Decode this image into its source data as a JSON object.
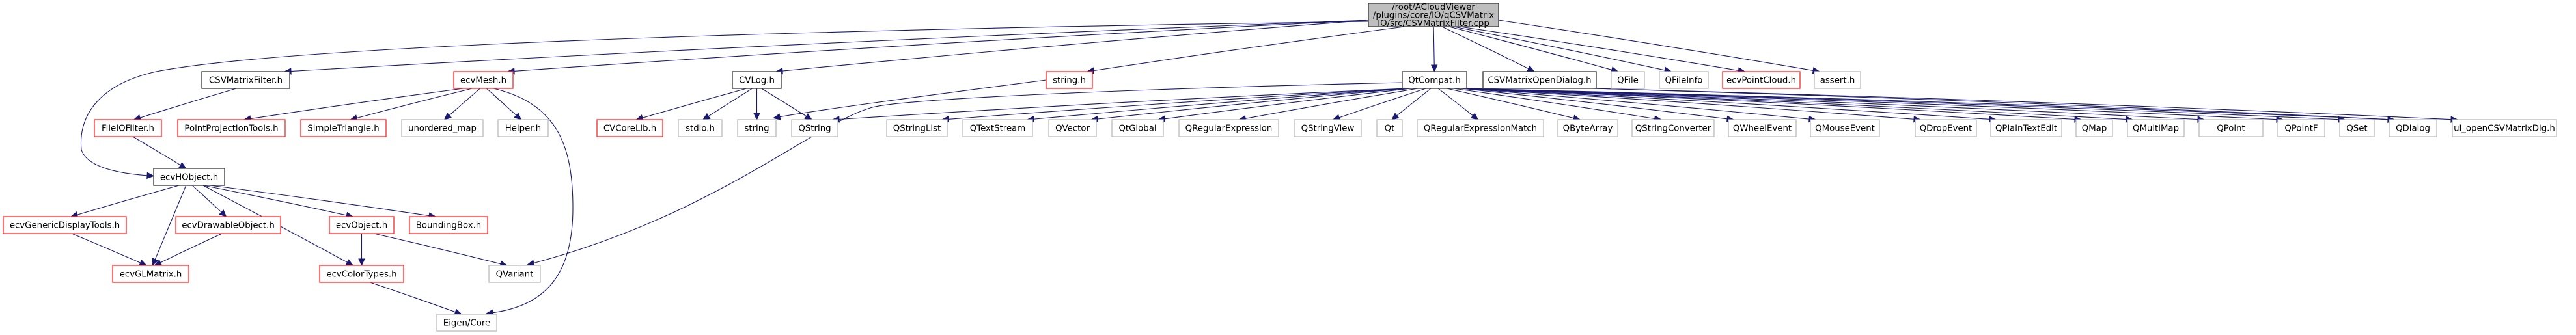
{
  "graph": {
    "title": "/root/ACloudViewer/plugins/core/IO/qCSVMatrixIO/src/CSVMatrixFilter.cpp",
    "colors": {
      "edge": "#191970",
      "root_fill": "#bfbfbf",
      "root_border": "#404040",
      "local_border": "#404040",
      "documented_border": "#ff3333",
      "external_border": "#bfbfbf"
    },
    "nodes": [
      {
        "id": "root",
        "kind": "root",
        "lines": [
          "/root/ACloudViewer",
          "/plugins/core/IO/qCSVMatrix",
          "IO/src/CSVMatrixFilter.cpp"
        ]
      },
      {
        "id": "CSVMatrixFilter_h",
        "kind": "local",
        "lines": [
          "CSVMatrixFilter.h"
        ]
      },
      {
        "id": "ecvMesh_h",
        "kind": "doc",
        "lines": [
          "ecvMesh.h"
        ]
      },
      {
        "id": "CVLog_h",
        "kind": "local",
        "lines": [
          "CVLog.h"
        ]
      },
      {
        "id": "string_h",
        "kind": "doc",
        "lines": [
          "string.h"
        ]
      },
      {
        "id": "QtCompat_h",
        "kind": "local",
        "lines": [
          "QtCompat.h"
        ]
      },
      {
        "id": "CSVMatrixOpenDialog_h",
        "kind": "local",
        "lines": [
          "CSVMatrixOpenDialog.h"
        ]
      },
      {
        "id": "QFile",
        "kind": "ext",
        "lines": [
          "QFile"
        ]
      },
      {
        "id": "QFileInfo",
        "kind": "ext",
        "lines": [
          "QFileInfo"
        ]
      },
      {
        "id": "ecvPointCloud_h",
        "kind": "doc",
        "lines": [
          "ecvPointCloud.h"
        ]
      },
      {
        "id": "assert_h",
        "kind": "ext",
        "lines": [
          "assert.h"
        ]
      },
      {
        "id": "FileIOFilter_h",
        "kind": "doc",
        "lines": [
          "FileIOFilter.h"
        ]
      },
      {
        "id": "PointProjectionTools_h",
        "kind": "doc",
        "lines": [
          "PointProjectionTools.h"
        ]
      },
      {
        "id": "SimpleTriangle_h",
        "kind": "doc",
        "lines": [
          "SimpleTriangle.h"
        ]
      },
      {
        "id": "unordered_map",
        "kind": "ext",
        "lines": [
          "unordered_map"
        ]
      },
      {
        "id": "Helper_h",
        "kind": "ext",
        "lines": [
          "Helper.h"
        ]
      },
      {
        "id": "CVCoreLib_h",
        "kind": "doc",
        "lines": [
          "CVCoreLib.h"
        ]
      },
      {
        "id": "stdio_h",
        "kind": "ext",
        "lines": [
          "stdio.h"
        ]
      },
      {
        "id": "string",
        "kind": "ext",
        "lines": [
          "string"
        ]
      },
      {
        "id": "QString",
        "kind": "ext",
        "lines": [
          "QString"
        ]
      },
      {
        "id": "QStringList",
        "kind": "ext",
        "lines": [
          "QStringList"
        ]
      },
      {
        "id": "QTextStream",
        "kind": "ext",
        "lines": [
          "QTextStream"
        ]
      },
      {
        "id": "QVector",
        "kind": "ext",
        "lines": [
          "QVector"
        ]
      },
      {
        "id": "QtGlobal",
        "kind": "ext",
        "lines": [
          "QtGlobal"
        ]
      },
      {
        "id": "QRegularExpression",
        "kind": "ext",
        "lines": [
          "QRegularExpression"
        ]
      },
      {
        "id": "QStringView",
        "kind": "ext",
        "lines": [
          "QStringView"
        ]
      },
      {
        "id": "Qt",
        "kind": "ext",
        "lines": [
          "Qt"
        ]
      },
      {
        "id": "QRegularExpressionMatch",
        "kind": "ext",
        "lines": [
          "QRegularExpressionMatch"
        ]
      },
      {
        "id": "QByteArray",
        "kind": "ext",
        "lines": [
          "QByteArray"
        ]
      },
      {
        "id": "QStringConverter",
        "kind": "ext",
        "lines": [
          "QStringConverter"
        ]
      },
      {
        "id": "QWheelEvent",
        "kind": "ext",
        "lines": [
          "QWheelEvent"
        ]
      },
      {
        "id": "QMouseEvent",
        "kind": "ext",
        "lines": [
          "QMouseEvent"
        ]
      },
      {
        "id": "QDropEvent",
        "kind": "ext",
        "lines": [
          "QDropEvent"
        ]
      },
      {
        "id": "QPlainTextEdit",
        "kind": "ext",
        "lines": [
          "QPlainTextEdit"
        ]
      },
      {
        "id": "QMap",
        "kind": "ext",
        "lines": [
          "QMap"
        ]
      },
      {
        "id": "QMultiMap",
        "kind": "ext",
        "lines": [
          "QMultiMap"
        ]
      },
      {
        "id": "QPoint",
        "kind": "ext",
        "lines": [
          "QPoint"
        ]
      },
      {
        "id": "QPointF",
        "kind": "ext",
        "lines": [
          "QPointF"
        ]
      },
      {
        "id": "QSet",
        "kind": "ext",
        "lines": [
          "QSet"
        ]
      },
      {
        "id": "QDialog",
        "kind": "ext",
        "lines": [
          "QDialog"
        ]
      },
      {
        "id": "ui_openCSVMatrixDlg_h",
        "kind": "ext",
        "lines": [
          "ui_openCSVMatrixDlg.h"
        ]
      },
      {
        "id": "ecvHObject_h",
        "kind": "local",
        "lines": [
          "ecvHObject.h"
        ]
      },
      {
        "id": "ecvGenericDisplayTools_h",
        "kind": "doc",
        "lines": [
          "ecvGenericDisplayTools.h"
        ]
      },
      {
        "id": "ecvDrawableObject_h",
        "kind": "doc",
        "lines": [
          "ecvDrawableObject.h"
        ]
      },
      {
        "id": "ecvObject_h",
        "kind": "doc",
        "lines": [
          "ecvObject.h"
        ]
      },
      {
        "id": "BoundingBox_h",
        "kind": "doc",
        "lines": [
          "BoundingBox.h"
        ]
      },
      {
        "id": "ecvGLMatrix_h",
        "kind": "doc",
        "lines": [
          "ecvGLMatrix.h"
        ]
      },
      {
        "id": "ecvColorTypes_h",
        "kind": "doc",
        "lines": [
          "ecvColorTypes.h"
        ]
      },
      {
        "id": "QVariant",
        "kind": "ext",
        "lines": [
          "QVariant"
        ]
      },
      {
        "id": "Eigen_Core",
        "kind": "ext",
        "lines": [
          "Eigen/Core"
        ]
      }
    ],
    "edges": [
      [
        "root",
        "CSVMatrixFilter_h"
      ],
      [
        "root",
        "ecvMesh_h"
      ],
      [
        "root",
        "CVLog_h"
      ],
      [
        "root",
        "string_h"
      ],
      [
        "root",
        "QtCompat_h"
      ],
      [
        "root",
        "CSVMatrixOpenDialog_h"
      ],
      [
        "root",
        "QFile"
      ],
      [
        "root",
        "QFileInfo"
      ],
      [
        "root",
        "ecvPointCloud_h"
      ],
      [
        "root",
        "assert_h"
      ],
      [
        "root",
        "ecvHObject_h"
      ],
      [
        "CSVMatrixFilter_h",
        "FileIOFilter_h"
      ],
      [
        "FileIOFilter_h",
        "ecvHObject_h"
      ],
      [
        "ecvMesh_h",
        "PointProjectionTools_h"
      ],
      [
        "ecvMesh_h",
        "SimpleTriangle_h"
      ],
      [
        "ecvMesh_h",
        "unordered_map"
      ],
      [
        "ecvMesh_h",
        "Helper_h"
      ],
      [
        "ecvMesh_h",
        "Eigen_Core"
      ],
      [
        "CVLog_h",
        "CVCoreLib_h"
      ],
      [
        "CVLog_h",
        "stdio_h"
      ],
      [
        "CVLog_h",
        "string"
      ],
      [
        "CVLog_h",
        "QString"
      ],
      [
        "string_h",
        "string"
      ],
      [
        "QtCompat_h",
        "QString"
      ],
      [
        "QtCompat_h",
        "QStringList"
      ],
      [
        "QtCompat_h",
        "QTextStream"
      ],
      [
        "QtCompat_h",
        "QVector"
      ],
      [
        "QtCompat_h",
        "QtGlobal"
      ],
      [
        "QtCompat_h",
        "QRegularExpression"
      ],
      [
        "QtCompat_h",
        "QStringView"
      ],
      [
        "QtCompat_h",
        "Qt"
      ],
      [
        "QtCompat_h",
        "QRegularExpressionMatch"
      ],
      [
        "QtCompat_h",
        "QByteArray"
      ],
      [
        "QtCompat_h",
        "QStringConverter"
      ],
      [
        "QtCompat_h",
        "QWheelEvent"
      ],
      [
        "QtCompat_h",
        "QMouseEvent"
      ],
      [
        "QtCompat_h",
        "QDropEvent"
      ],
      [
        "QtCompat_h",
        "QPlainTextEdit"
      ],
      [
        "QtCompat_h",
        "QMap"
      ],
      [
        "QtCompat_h",
        "QMultiMap"
      ],
      [
        "QtCompat_h",
        "QPoint"
      ],
      [
        "QtCompat_h",
        "QPointF"
      ],
      [
        "QtCompat_h",
        "QSet"
      ],
      [
        "QtCompat_h",
        "QDialog"
      ],
      [
        "QtCompat_h",
        "QVariant"
      ],
      [
        "CSVMatrixOpenDialog_h",
        "QDialog"
      ],
      [
        "CSVMatrixOpenDialog_h",
        "ui_openCSVMatrixDlg_h"
      ],
      [
        "ecvHObject_h",
        "ecvGenericDisplayTools_h"
      ],
      [
        "ecvHObject_h",
        "ecvGLMatrix_h"
      ],
      [
        "ecvHObject_h",
        "ecvDrawableObject_h"
      ],
      [
        "ecvHObject_h",
        "ecvObject_h"
      ],
      [
        "ecvHObject_h",
        "BoundingBox_h"
      ],
      [
        "ecvHObject_h",
        "ecvColorTypes_h"
      ],
      [
        "ecvGenericDisplayTools_h",
        "ecvGLMatrix_h"
      ],
      [
        "ecvDrawableObject_h",
        "ecvGLMatrix_h"
      ],
      [
        "ecvObject_h",
        "ecvColorTypes_h"
      ],
      [
        "ecvObject_h",
        "QVariant"
      ],
      [
        "ecvColorTypes_h",
        "Eigen_Core"
      ]
    ]
  }
}
